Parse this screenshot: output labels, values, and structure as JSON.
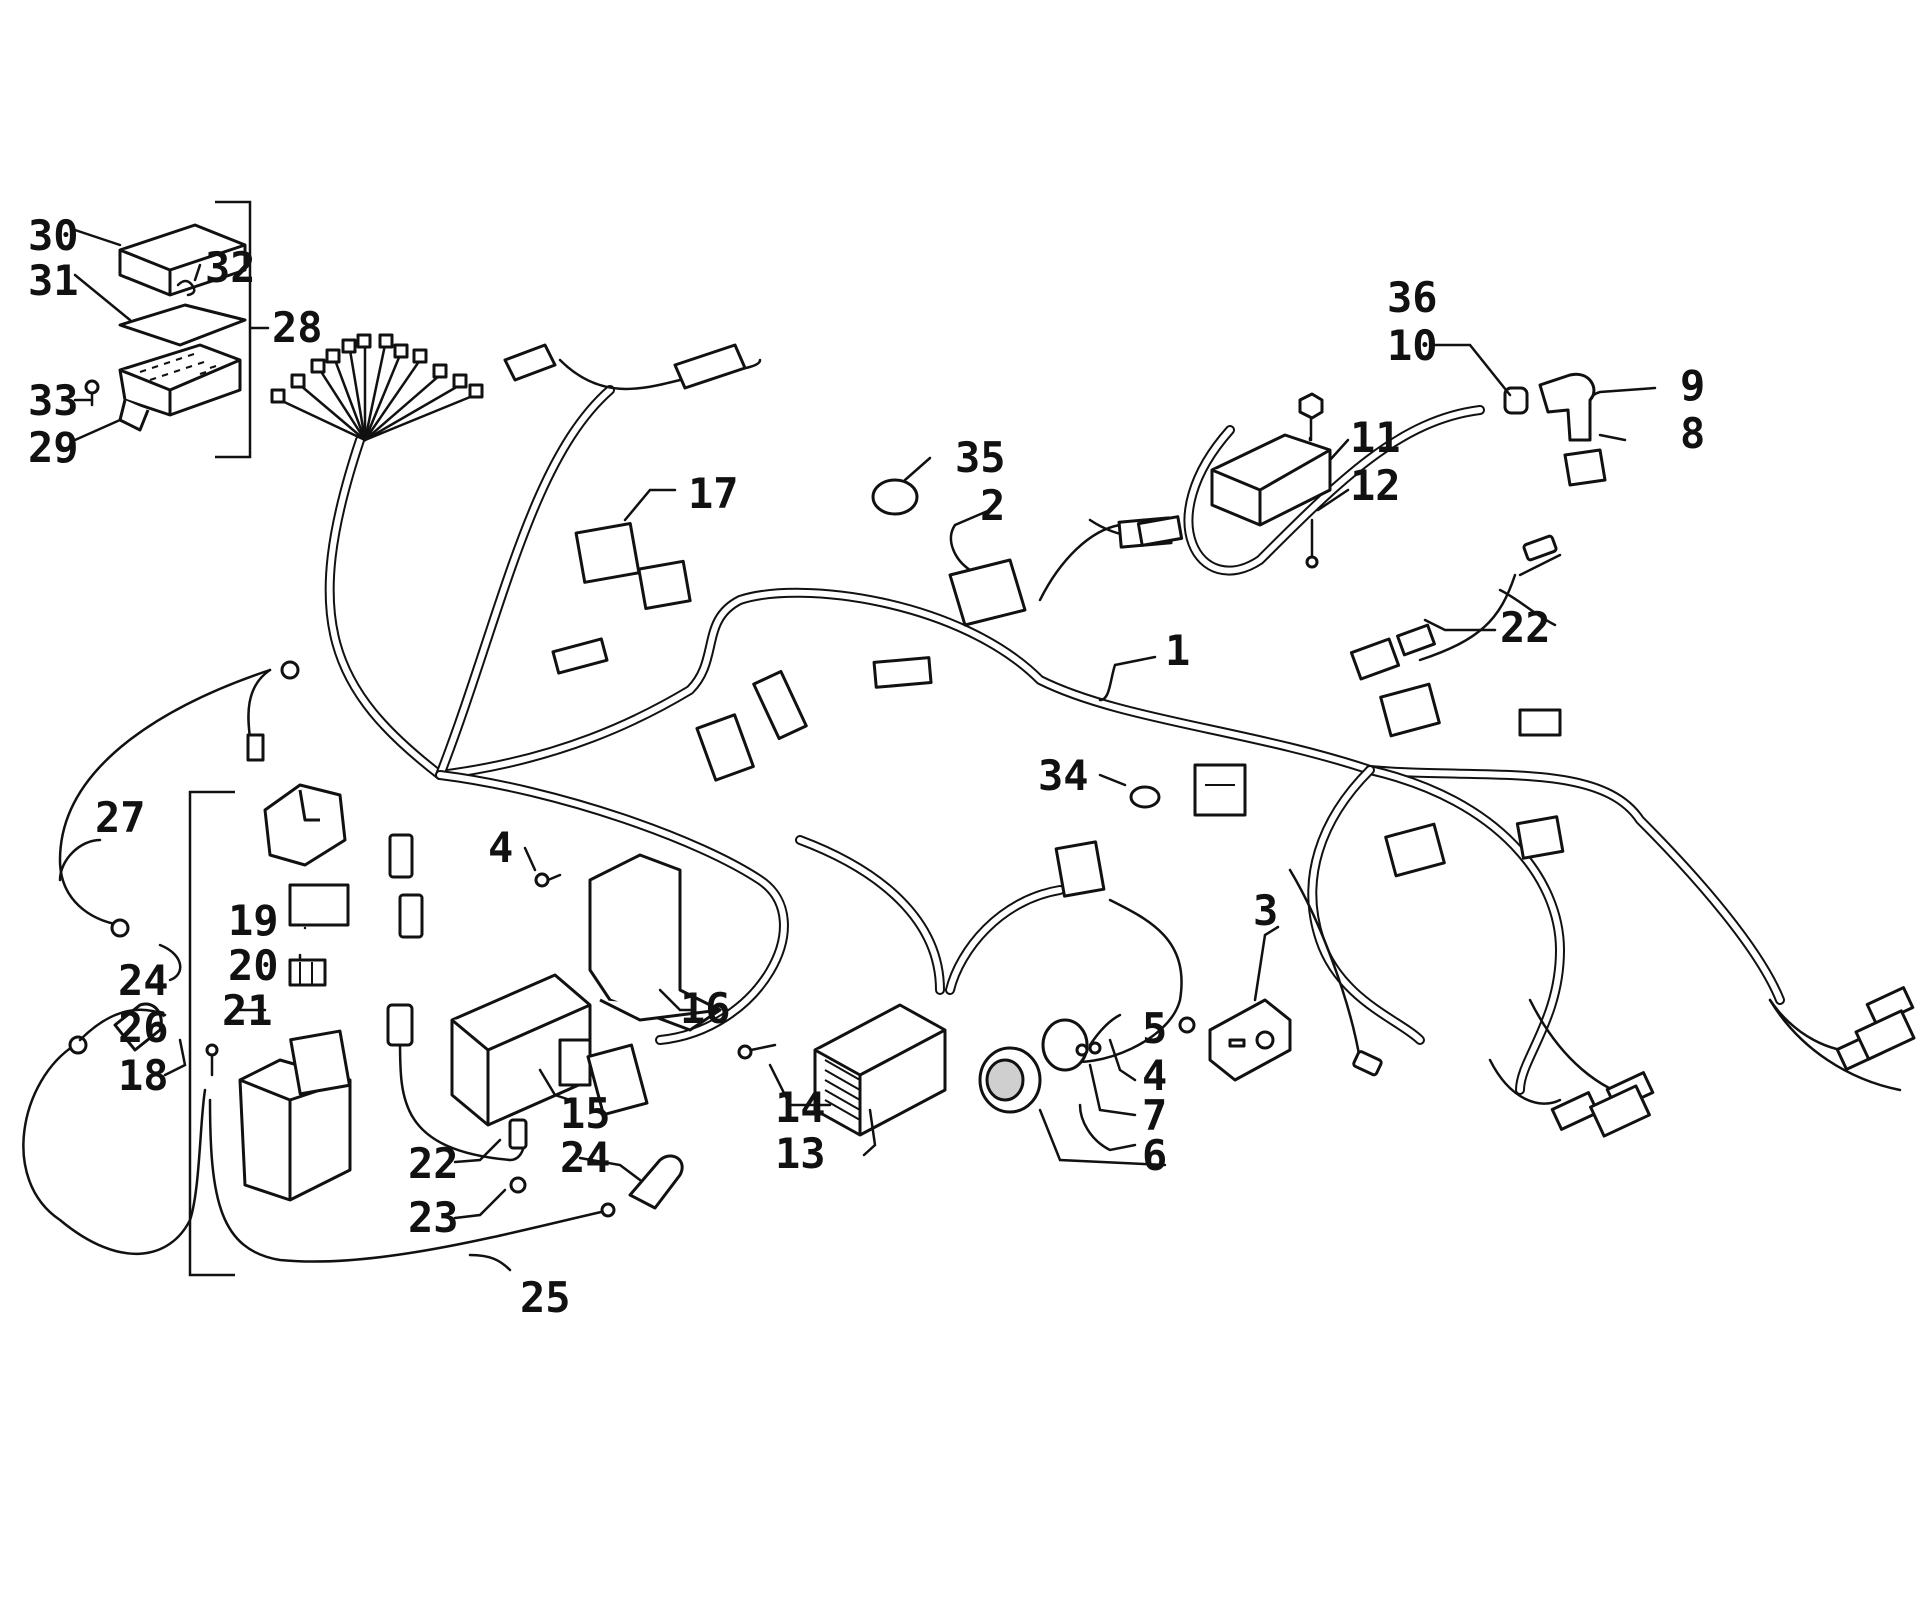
{
  "callouts": {
    "c1": "1",
    "c2": "2",
    "c3": "3",
    "c4a": "4",
    "c4b": "4",
    "c5": "5",
    "c6": "6",
    "c7": "7",
    "c8": "8",
    "c9": "9",
    "c10": "10",
    "c11": "11",
    "c12": "12",
    "c13": "13",
    "c14": "14",
    "c15": "15",
    "c16": "16",
    "c17": "17",
    "c18": "18",
    "c19": "19",
    "c20": "20",
    "c21": "21",
    "c22a": "22",
    "c22b": "22",
    "c23": "23",
    "c24a": "24",
    "c24b": "24",
    "c25": "25",
    "c26": "26",
    "c27": "27",
    "c28": "28",
    "c29": "29",
    "c30": "30",
    "c31": "31",
    "c32": "32",
    "c33": "33",
    "c34": "34",
    "c35": "35",
    "c36": "36"
  }
}
